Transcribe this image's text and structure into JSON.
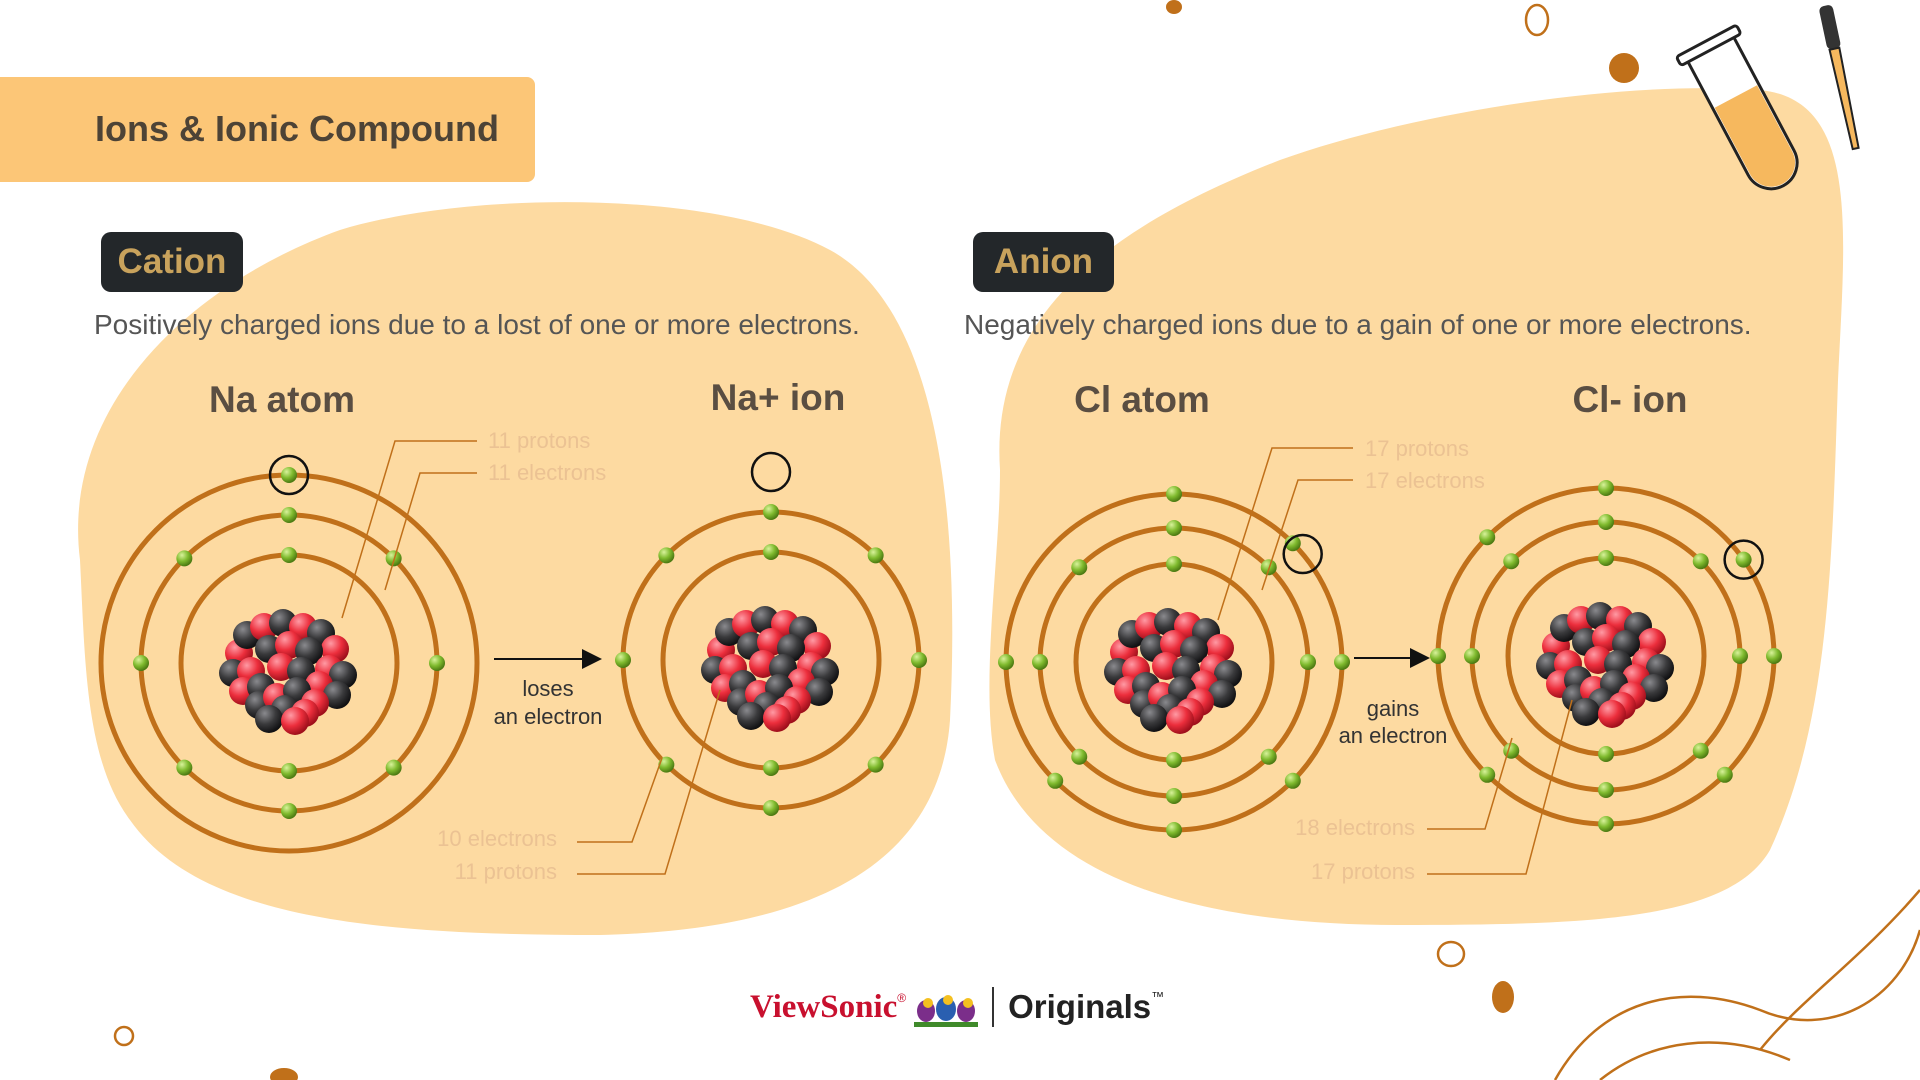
{
  "title": "Ions & Ionic Compound",
  "colors": {
    "title_bar": "#fcc677",
    "blob": "#fddaa1",
    "orbit": "#c0701a",
    "electron": "#7fba2e",
    "proton": "#ec2e3c",
    "neutron": "#3a3a3c",
    "pill_bg": "#23272a",
    "pill_text": "#c8a25c",
    "heading": "#5a4e42",
    "label": "#ebc293",
    "brand_red": "#c8102e",
    "deco": "#c0701a"
  },
  "cation": {
    "pill": "Cation",
    "description": "Positively charged ions due to a lost of one or more electrons.",
    "atom_title": "Na atom",
    "ion_title": "Na+ ion",
    "arrow_label_1": "loses",
    "arrow_label_2": "an electron",
    "atom_protons": "11 protons",
    "atom_electrons": "11 electrons",
    "ion_electrons": "10 electrons",
    "ion_protons": "11 protons"
  },
  "anion": {
    "pill": "Anion",
    "description": "Negatively charged ions due to a gain of one or more electrons.",
    "atom_title": "Cl atom",
    "ion_title": "Cl- ion",
    "arrow_label_1": "gains",
    "arrow_label_2": "an electron",
    "atom_protons": "17 protons",
    "atom_electrons": "17 electrons",
    "ion_electrons": "18 electrons",
    "ion_protons": "17 protons"
  },
  "brand": {
    "name": "ViewSonic",
    "registered": "®",
    "originals": "Originals",
    "tm": "™"
  },
  "icons": [
    "test-tube-icon",
    "pipette-icon",
    "viewsonic-birds-logo"
  ]
}
